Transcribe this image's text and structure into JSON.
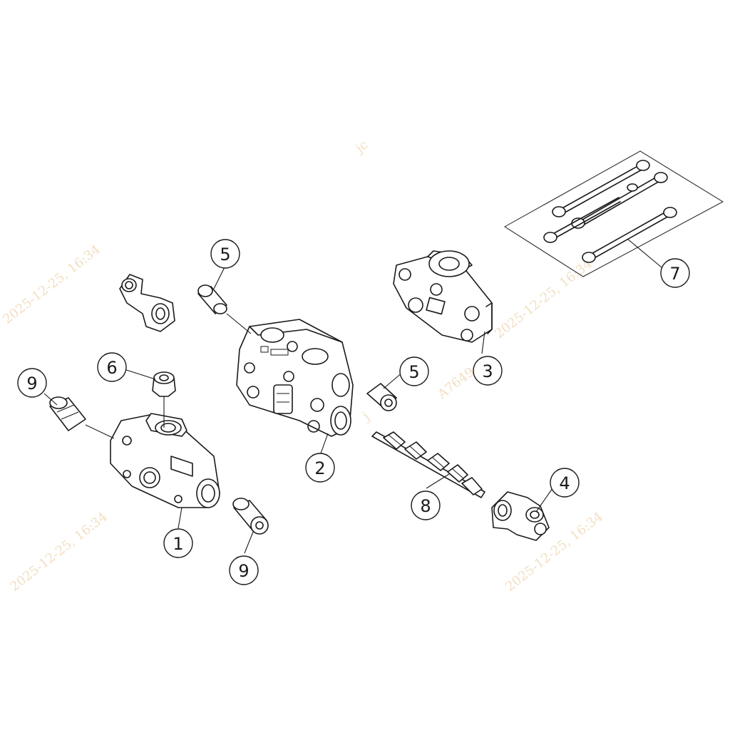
{
  "diagram": {
    "balloons": [
      {
        "id": "b1",
        "label": "1"
      },
      {
        "id": "b2",
        "label": "2"
      },
      {
        "id": "b3",
        "label": "3"
      },
      {
        "id": "b4",
        "label": "4"
      },
      {
        "id": "b5a",
        "label": "5"
      },
      {
        "id": "b5b",
        "label": "5"
      },
      {
        "id": "b6",
        "label": "6"
      },
      {
        "id": "b7",
        "label": "7"
      },
      {
        "id": "b8",
        "label": "8"
      },
      {
        "id": "b9a",
        "label": "9"
      },
      {
        "id": "b9b",
        "label": "9"
      }
    ],
    "watermarks": [
      "2025-12-25, 16:34",
      "2025-12-25, 16:34",
      "2025-12-25, 16:34",
      "2025-12-25, 16:34",
      "A7649",
      "jc",
      "j"
    ]
  },
  "colors": {
    "line": "#1a1a1a",
    "background": "#ffffff",
    "watermark": "#f0d9b8"
  }
}
